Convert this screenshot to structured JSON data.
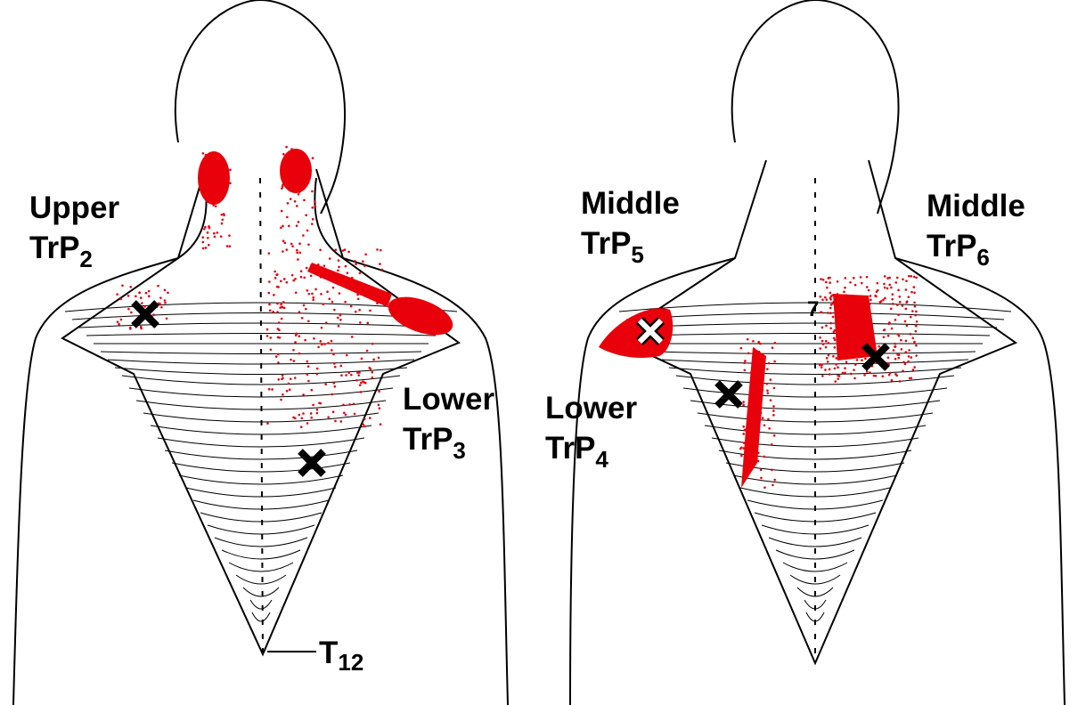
{
  "colors": {
    "referred_pain": "#e8000b",
    "trigger_point": "#000000",
    "line": "#000000"
  },
  "left_figure": {
    "labels": [
      {
        "name": "upper-trp2",
        "line1": "Upper",
        "trp": "TrP",
        "sub": "2"
      },
      {
        "name": "lower-trp3",
        "line1": "Lower",
        "trp": "TrP",
        "sub": "3"
      }
    ],
    "vertebra_label": {
      "main": "T",
      "sub": "12"
    },
    "trigger_points": [
      "x-mark-icon",
      "x-mark-icon"
    ]
  },
  "right_figure": {
    "labels": [
      {
        "name": "middle-trp5",
        "line1": "Middle",
        "trp": "TrP",
        "sub": "5"
      },
      {
        "name": "middle-trp6",
        "line1": "Middle",
        "trp": "TrP",
        "sub": "6"
      },
      {
        "name": "lower-trp4",
        "line1": "Lower",
        "trp": "TrP",
        "sub": "4"
      }
    ],
    "vertebra_label": "7",
    "trigger_points": [
      "white-x-mark-icon",
      "x-mark-icon",
      "x-mark-icon"
    ]
  }
}
